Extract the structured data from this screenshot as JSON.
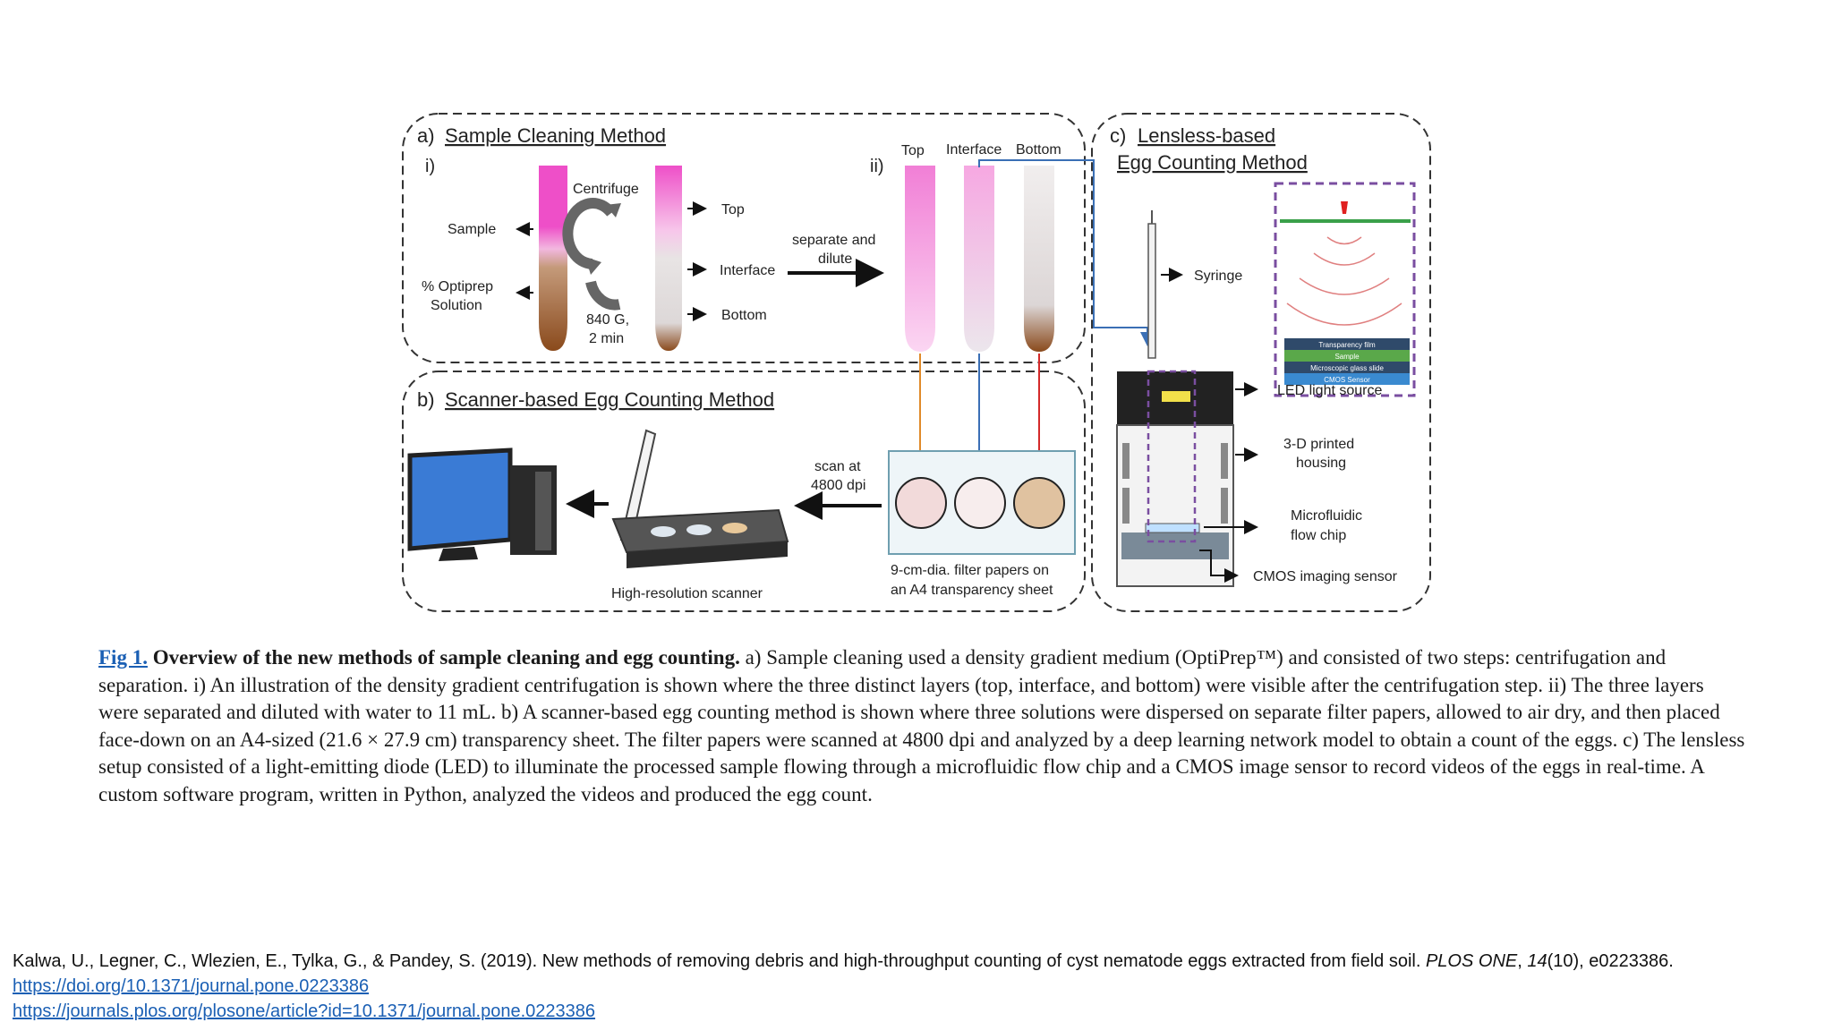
{
  "figure": {
    "panel_a": {
      "title_prefix": "a)",
      "title": "Sample Cleaning Method",
      "sub_i": "i)",
      "sub_ii": "ii)",
      "sample": "Sample",
      "optiprep_1": "% Optiprep",
      "optiprep_2": "Solution",
      "centrifuge": "Centrifuge",
      "speed_1": "840 G,",
      "speed_2": "2 min",
      "top": "Top",
      "interface": "Interface",
      "bottom": "Bottom",
      "separate_1": "separate and",
      "separate_2": "dilute",
      "col_top": "Top",
      "col_interface": "Interface",
      "col_bottom": "Bottom"
    },
    "panel_b": {
      "title_prefix": "b)",
      "title": "Scanner-based Egg Counting Method",
      "scan_1": "scan at",
      "scan_2": "4800 dpi",
      "scanner": "High-resolution scanner",
      "filter_1": "9-cm-dia. filter papers on",
      "filter_2": "an A4 transparency sheet"
    },
    "panel_c": {
      "title_prefix": "c)",
      "title_1": "Lensless-based",
      "title_2": "Egg Counting Method",
      "syringe": "Syringe",
      "led": "LED light source",
      "housing_1": "3-D printed",
      "housing_2": "housing",
      "chip_1": "Microfluidic",
      "chip_2": "flow chip",
      "cmos": "CMOS imaging sensor",
      "layer_1": "Transparency film",
      "layer_2": "Sample",
      "layer_3": "Microscopic glass slide",
      "layer_4": "CMOS Sensor"
    }
  },
  "caption": {
    "fig_label": "Fig 1.",
    "fig_title": "Overview of the new methods of sample cleaning and egg counting.",
    "body": "a) Sample cleaning used a density gradient medium (OptiPrep™) and consisted of two steps: centrifugation and separation. i) An illustration of the density gradient centrifugation is shown where the three distinct layers (top, interface, and bottom) were visible after the centrifugation step. ii) The three layers were separated and diluted with water to 11 mL. b) A scanner-based egg counting method is shown where three solutions were dispersed on separate filter papers, allowed to air dry, and then placed face-down on an A4-sized (21.6 × 27.9 cm) transparency sheet. The filter papers were scanned at 4800 dpi and analyzed by a deep learning network model to obtain a count of the eggs. c) The lensless setup consisted of a light-emitting diode (LED) to illuminate the processed sample flowing through a microfluidic flow chip and a CMOS image sensor to record videos of the eggs in real-time. A custom software program, written in Python, analyzed the videos and produced the egg count."
  },
  "citation": {
    "authors": "Kalwa, U., Legner, C., Wlezien, E., Tylka, G., & Pandey, S. (2019). New methods of removing debris and high-throughput counting of cyst nematode eggs extracted from field soil. ",
    "journal": "PLOS ONE",
    "sep": ", ",
    "volume": "14",
    "issue_pages": "(10), e0223386.",
    "doi_url": "https://doi.org/10.1371/journal.pone.0223386",
    "article_url": "https://journals.plos.org/plosone/article?id=10.1371/journal.pone.0223386"
  },
  "colors": {
    "link": "#1a5fb4",
    "pink": "#ee4fc8",
    "brown": "#8a4a1c",
    "orange_line": "#e08a2a",
    "blue_line": "#3a6fb5",
    "red_line": "#d42a2a",
    "purple_dash": "#7a4ea0",
    "green_line": "#3aa04a"
  }
}
